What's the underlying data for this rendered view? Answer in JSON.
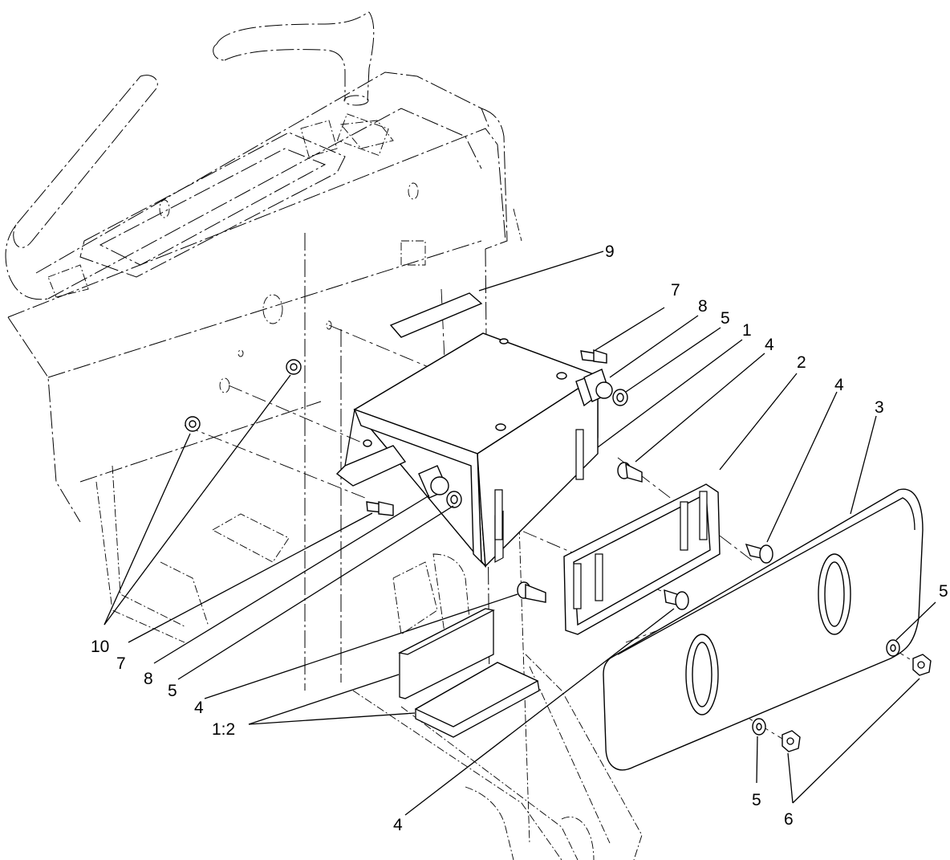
{
  "diagram": {
    "callouts": {
      "c1": "1",
      "c2": "2",
      "c3": "3",
      "c4_top_left": "4",
      "c4_top_right": "4",
      "c4_mid_left": "4",
      "c4_bottom": "4",
      "c5_top": "5",
      "c5_left": "5",
      "c5_right": "5",
      "c5_bottom": "5",
      "c6": "6",
      "c7_top": "7",
      "c7_left": "7",
      "c8_top": "8",
      "c8_left": "8",
      "c9": "9",
      "c10": "10",
      "c12": "1:2"
    }
  }
}
